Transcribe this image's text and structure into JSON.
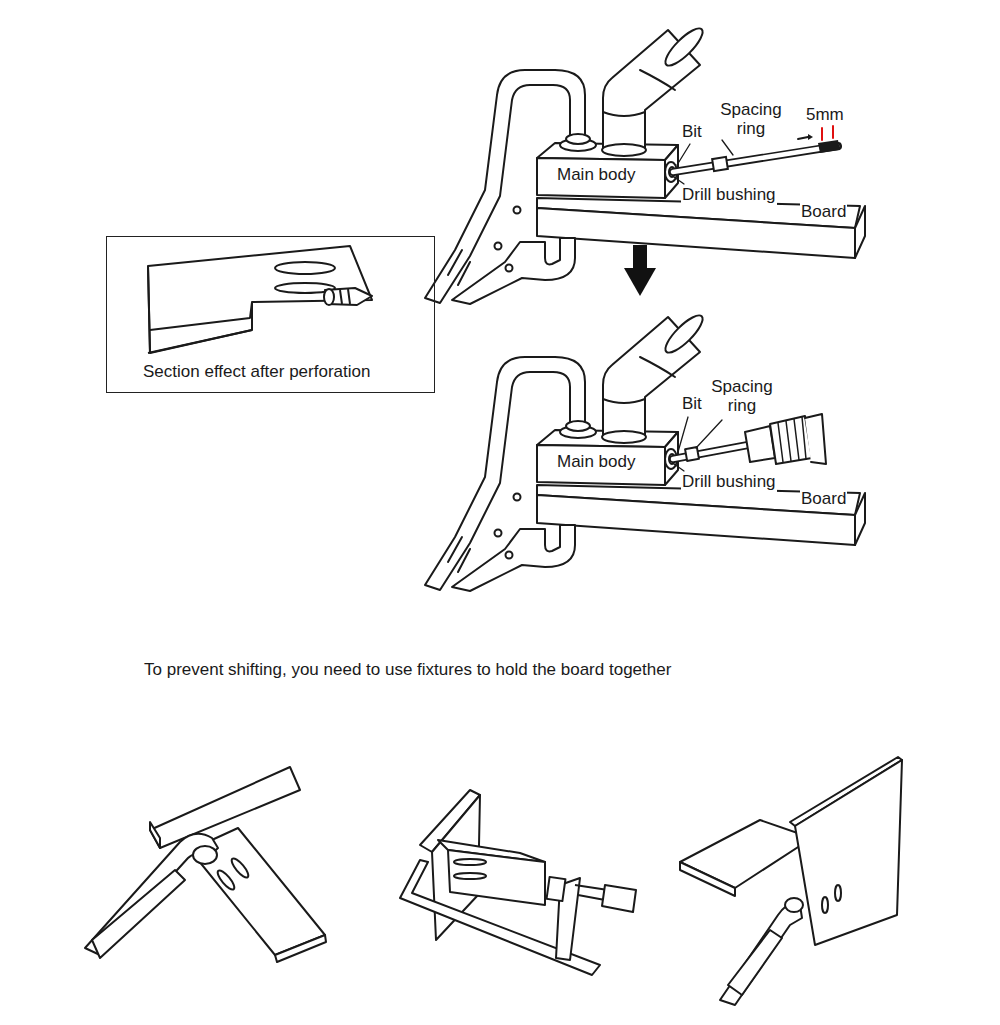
{
  "diagram": {
    "nodes": [
      {
        "text": [
          "Section effect after perforation"
        ]
      }
    ],
    "labels": [
      "Spacing ring",
      "5mm",
      "Bit",
      "Main body",
      "Drill bushing",
      "Board",
      "Spacing ring",
      "Bit",
      "Main body",
      "Drill bushing",
      "Board",
      "To prevent shifting, you need to use fixtures to hold the board together"
    ]
  }
}
